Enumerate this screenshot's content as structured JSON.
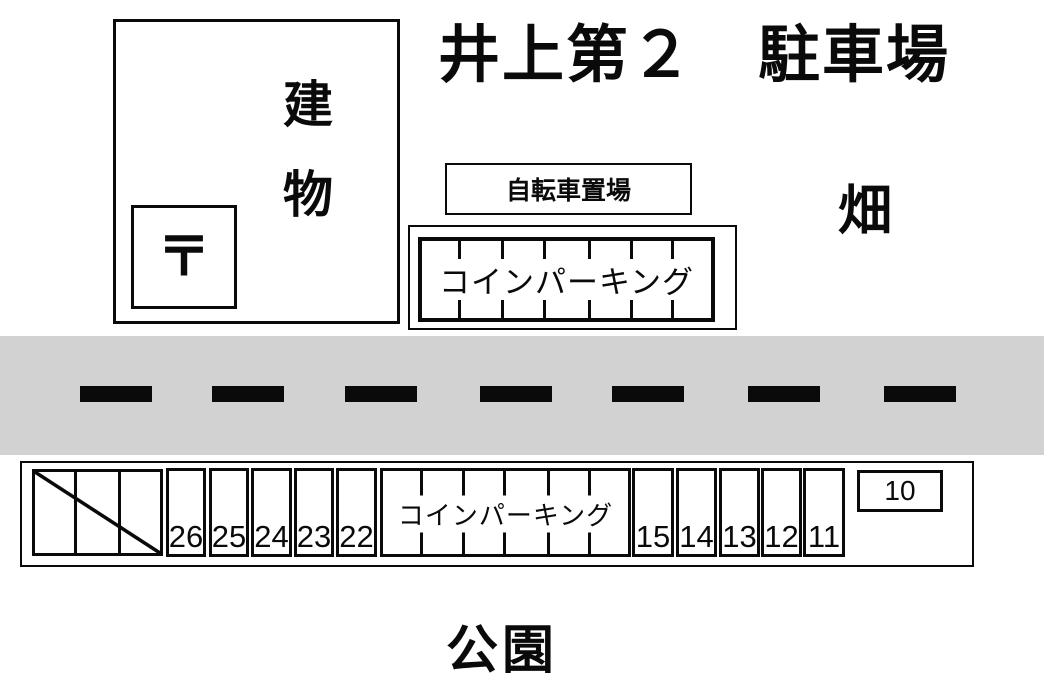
{
  "title": "井上第２　駐車場",
  "building": {
    "name_chars": [
      "建",
      "物"
    ],
    "post_mark": "〒"
  },
  "bicycle": {
    "label": "自転車置場"
  },
  "coin_parking_upper": {
    "label": "コインパーキング"
  },
  "field_label": "畑",
  "park_label": "公園",
  "bottom_row": {
    "coin_parking_label": "コインパーキング",
    "left_stalls": [
      "26",
      "25",
      "24",
      "23",
      "22"
    ],
    "right_stalls": [
      "15",
      "14",
      "13",
      "12",
      "11"
    ],
    "separate_stall": "10"
  },
  "colors": {
    "background": "#ffffff",
    "line": "#0a0a0a",
    "road": "#d2d2d2"
  }
}
